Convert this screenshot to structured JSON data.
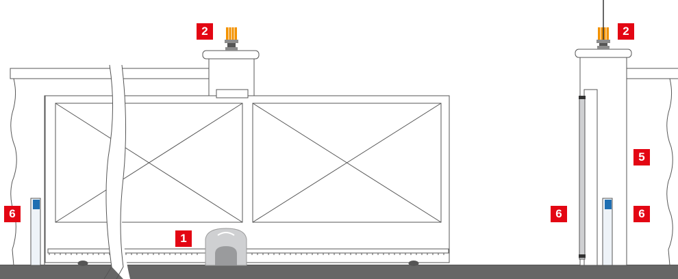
{
  "colors": {
    "badge": "#e30613",
    "outline": "#555555",
    "ground": "#666666",
    "lamp": "#f39200",
    "photocell": "#1f6fb2"
  },
  "components": {
    "motor": "1",
    "flashing_light_left": "2",
    "flashing_light_right": "2",
    "receiver_post": "5",
    "photocell_left": "6",
    "photocell_middle": "6",
    "photocell_right": "6"
  }
}
